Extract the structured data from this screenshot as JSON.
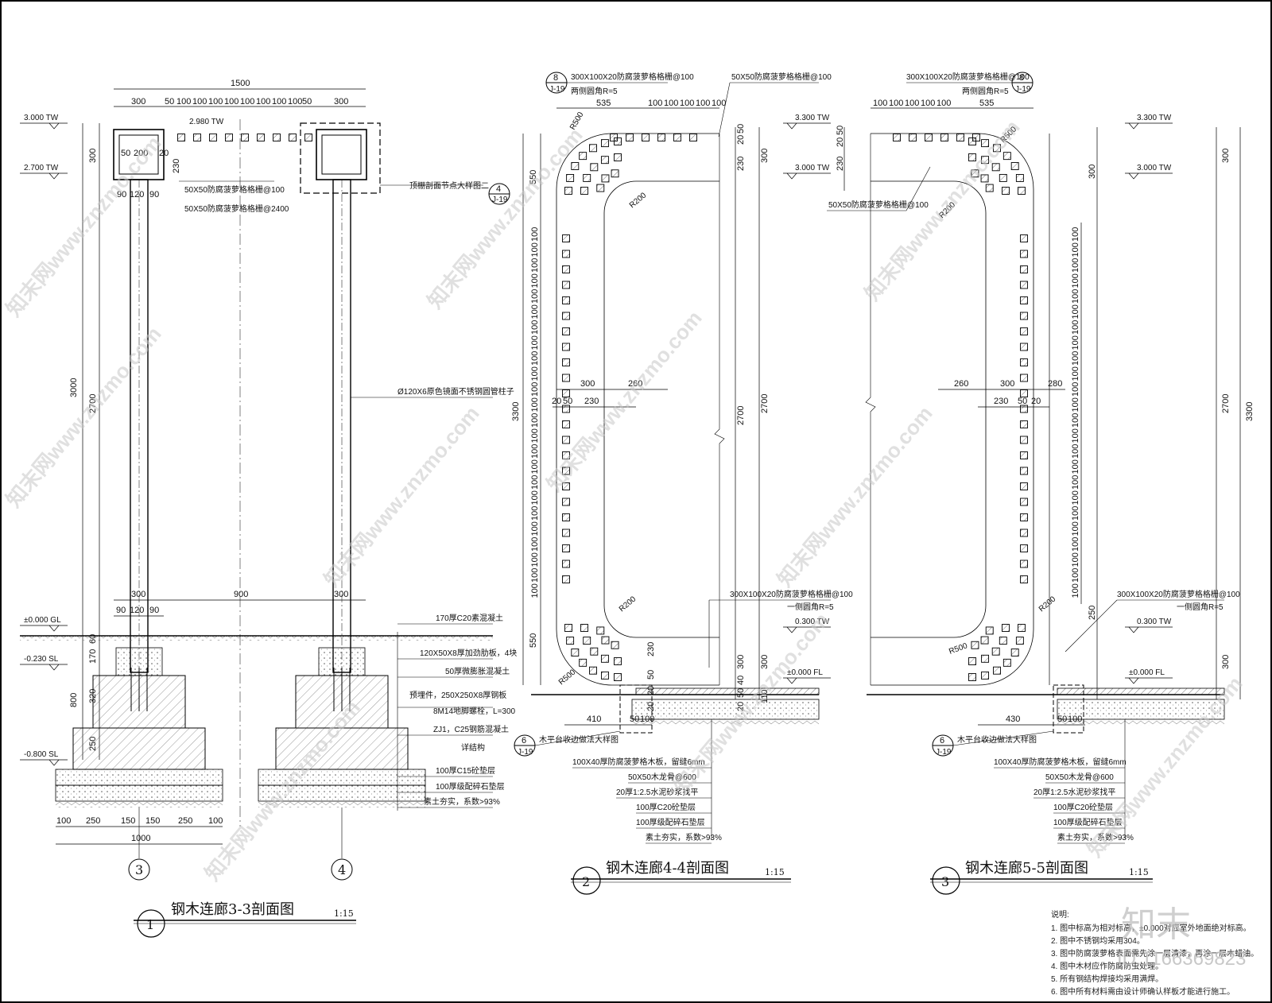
{
  "drawings": [
    {
      "number": "1",
      "title": "钢木连廊3-3剖面图",
      "scale": "1:15",
      "levels": [
        "3.000 TW",
        "2.700 TW",
        "±0.000 GL",
        "-0.230 SL",
        "-0.800 SL"
      ],
      "top_dims": [
        "1500",
        "300",
        "50",
        "100",
        "100",
        "100",
        "100",
        "100",
        "100",
        "100",
        "100",
        "50",
        "300"
      ],
      "inner_dims": [
        "50",
        "200",
        "20",
        "230",
        "90",
        "120",
        "90"
      ],
      "level_mid": "2.980 TW",
      "mid_dims": [
        "300",
        "900",
        "300",
        "90",
        "120",
        "90"
      ],
      "height_dims": [
        "300",
        "3000",
        "2700",
        "60",
        "170",
        "320",
        "800",
        "250"
      ],
      "bottom_dims": [
        "100",
        "250",
        "150",
        "150",
        "250",
        "100",
        "1000"
      ],
      "axes": [
        "3",
        "4"
      ],
      "callouts": [
        "50X50防腐菠萝格格栅@100",
        "50X50防腐菠萝格格栅@2400",
        "顶棚剖面节点大样图二",
        "Ø120X6原色镜面不锈钢圆管柱子",
        "170厚C20素混凝土",
        "120X50X8厚加劲肋板，4块",
        "50厚微膨胀混凝土",
        "预埋件，250X250X8厚钢板",
        "8M14地脚螺栓，L=300",
        "ZJ1，C25钢筋混凝土",
        "详结构",
        "100厚C15砼垫层",
        "100厚级配碎石垫层",
        "素土夯实，系数>93%"
      ],
      "detail_ref": {
        "num": "4",
        "sheet": "J-19"
      }
    },
    {
      "number": "2",
      "title": "钢木连廊4-4剖面图",
      "scale": "1:15",
      "levels": [
        "3.300 TW",
        "3.000 TW",
        "0.300 TW",
        "±0.000 FL"
      ],
      "top_callouts": [
        "300X100X20防腐菠萝格格栅@100",
        "两侧圆角R=5",
        "50X50防腐菠萝格格栅@100"
      ],
      "top_dims": [
        "535",
        "100",
        "100",
        "100",
        "100",
        "100"
      ],
      "radii": [
        "R500",
        "R200",
        "R200",
        "R500"
      ],
      "mid_dims": [
        "300",
        "260",
        "20",
        "50",
        "230"
      ],
      "side_dims": [
        "550",
        "3300",
        "550",
        "2700",
        "2700",
        "230",
        "300",
        "50",
        "20",
        "300",
        "300",
        "230",
        "50",
        "20",
        "50",
        "40",
        "20",
        "110",
        "20"
      ],
      "bottom_dims": [
        "410",
        "50",
        "100"
      ],
      "callouts": [
        "300X100X20防腐菠萝格格栅@100",
        "一侧圆角R=5",
        "木平台收边做法大样图",
        "100X40厚防腐菠萝格木板，留缝6mm",
        "50X50木龙骨@600",
        "20厚1:2.5水泥砂浆找平",
        "100厚C20砼垫层",
        "100厚级配碎石垫层",
        "素土夯实，系数>93%"
      ],
      "detail_refs": [
        {
          "num": "8",
          "sheet": "J-19"
        },
        {
          "num": "6",
          "sheet": "J-19"
        }
      ]
    },
    {
      "number": "3",
      "title": "钢木连廊5-5剖面图",
      "scale": "1:15",
      "levels": [
        "3.300 TW",
        "3.000 TW",
        "0.300 TW",
        "±0.000 FL"
      ],
      "top_callouts": [
        "300X100X20防腐菠萝格格栅@100",
        "两侧圆角R=5",
        "50X50防腐菠萝格格栅@100"
      ],
      "top_dims": [
        "100",
        "100",
        "100",
        "100",
        "100",
        "535"
      ],
      "radii": [
        "R500",
        "R200",
        "R200",
        "R500"
      ],
      "mid_dims": [
        "260",
        "300",
        "280",
        "230",
        "50",
        "20"
      ],
      "side_dims": [
        "50",
        "20",
        "230",
        "300",
        "300",
        "3300",
        "2700",
        "250",
        "300"
      ],
      "bottom_dims": [
        "430",
        "50",
        "100"
      ],
      "callouts": [
        "300X100X20防腐菠萝格格栅@100",
        "一侧圆角R=5",
        "木平台收边做法大样图",
        "100X40厚防腐菠萝格木板，留缝6mm",
        "50X50木龙骨@600",
        "20厚1:2.5水泥砂浆找平",
        "100厚C20砼垫层",
        "100厚级配碎石垫层",
        "素土夯实，系数>93%"
      ],
      "detail_refs": [
        {
          "num": "8",
          "sheet": "J-19"
        },
        {
          "num": "6",
          "sheet": "J-19"
        }
      ]
    }
  ],
  "notes": {
    "heading": "说明:",
    "lines": [
      "1. 图中标高为相对标高，±0.000对应室外地面绝对标高。",
      "2. 图中不锈钢均采用304。",
      "3. 图中防腐菠萝格表面需先涂一层清漆，再涂一层木蜡油。",
      "4. 图中木材应作防腐防虫处理。",
      "5. 所有钢结构焊接均采用满焊。",
      "6. 图中所有材料需由设计师确认样板才能进行施工。"
    ]
  },
  "watermark": {
    "text": "知末网www.znzmo.com",
    "logo": "知末",
    "id": "ID:1166369823"
  }
}
